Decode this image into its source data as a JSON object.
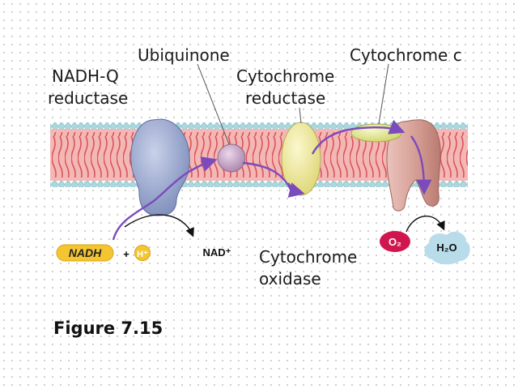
{
  "labels": {
    "nadh_q_line1": "NADH-Q",
    "nadh_q_line2": "reductase",
    "ubiquinone": "Ubiquinone",
    "cyt_reductase_line1": "Cytochrome",
    "cyt_reductase_line2": "reductase",
    "cytochrome_c": "Cytochrome c",
    "cyt_oxidase_line1": "Cytochrome",
    "cyt_oxidase_line2": "oxidase"
  },
  "reactants": {
    "nadh": "NADH",
    "plus": "+",
    "h_plus": "H⁺",
    "nad_plus": "NAD⁺",
    "o2": "O₂",
    "h2o": "H₂O"
  },
  "figure": {
    "caption": "Figure 7.15"
  },
  "colors": {
    "membrane": "#f3b8b5",
    "lipid_tail": "#d9545a",
    "lipid_head": "#a9d8de",
    "nadh_q": "#98a6cc",
    "ubiquinone": "#c8a9c9",
    "cyt_reductase": "#f2ee9f",
    "cyt_c": "#e6e99a",
    "cyt_oxidase": "#d6a29a",
    "electron_path": "#7b4bbd",
    "o2_bubble": "#d1164f",
    "h2o_bubble": "#b8dcea",
    "nadh_badge": "#f5c531"
  }
}
